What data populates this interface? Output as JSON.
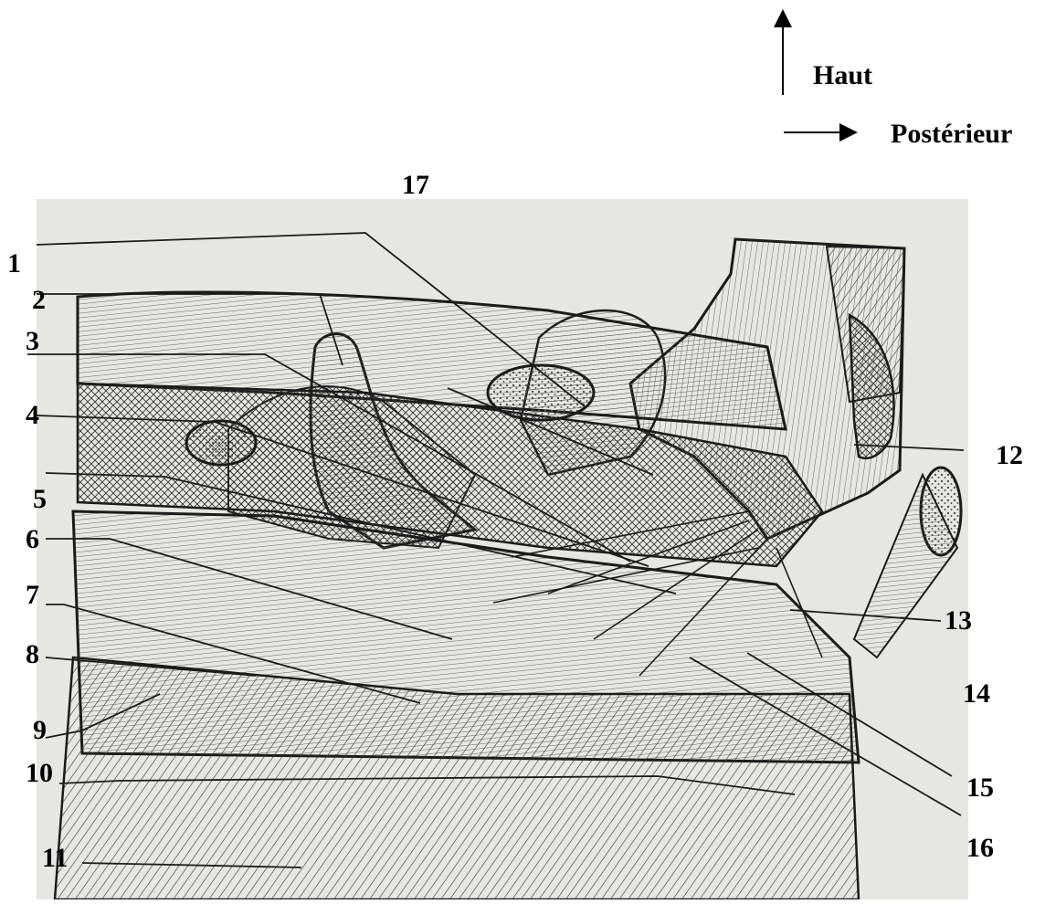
{
  "orientation": {
    "up_label": "Haut",
    "right_label": "Postérieur"
  },
  "labels": [
    "1",
    "2",
    "3",
    "4",
    "5",
    "6",
    "7",
    "8",
    "9",
    "10",
    "11",
    "12",
    "13",
    "14",
    "15",
    "16",
    "17"
  ],
  "colors": {
    "paper": "#e6e7e2",
    "ink": "#1b1b1b",
    "label": "#000000"
  }
}
